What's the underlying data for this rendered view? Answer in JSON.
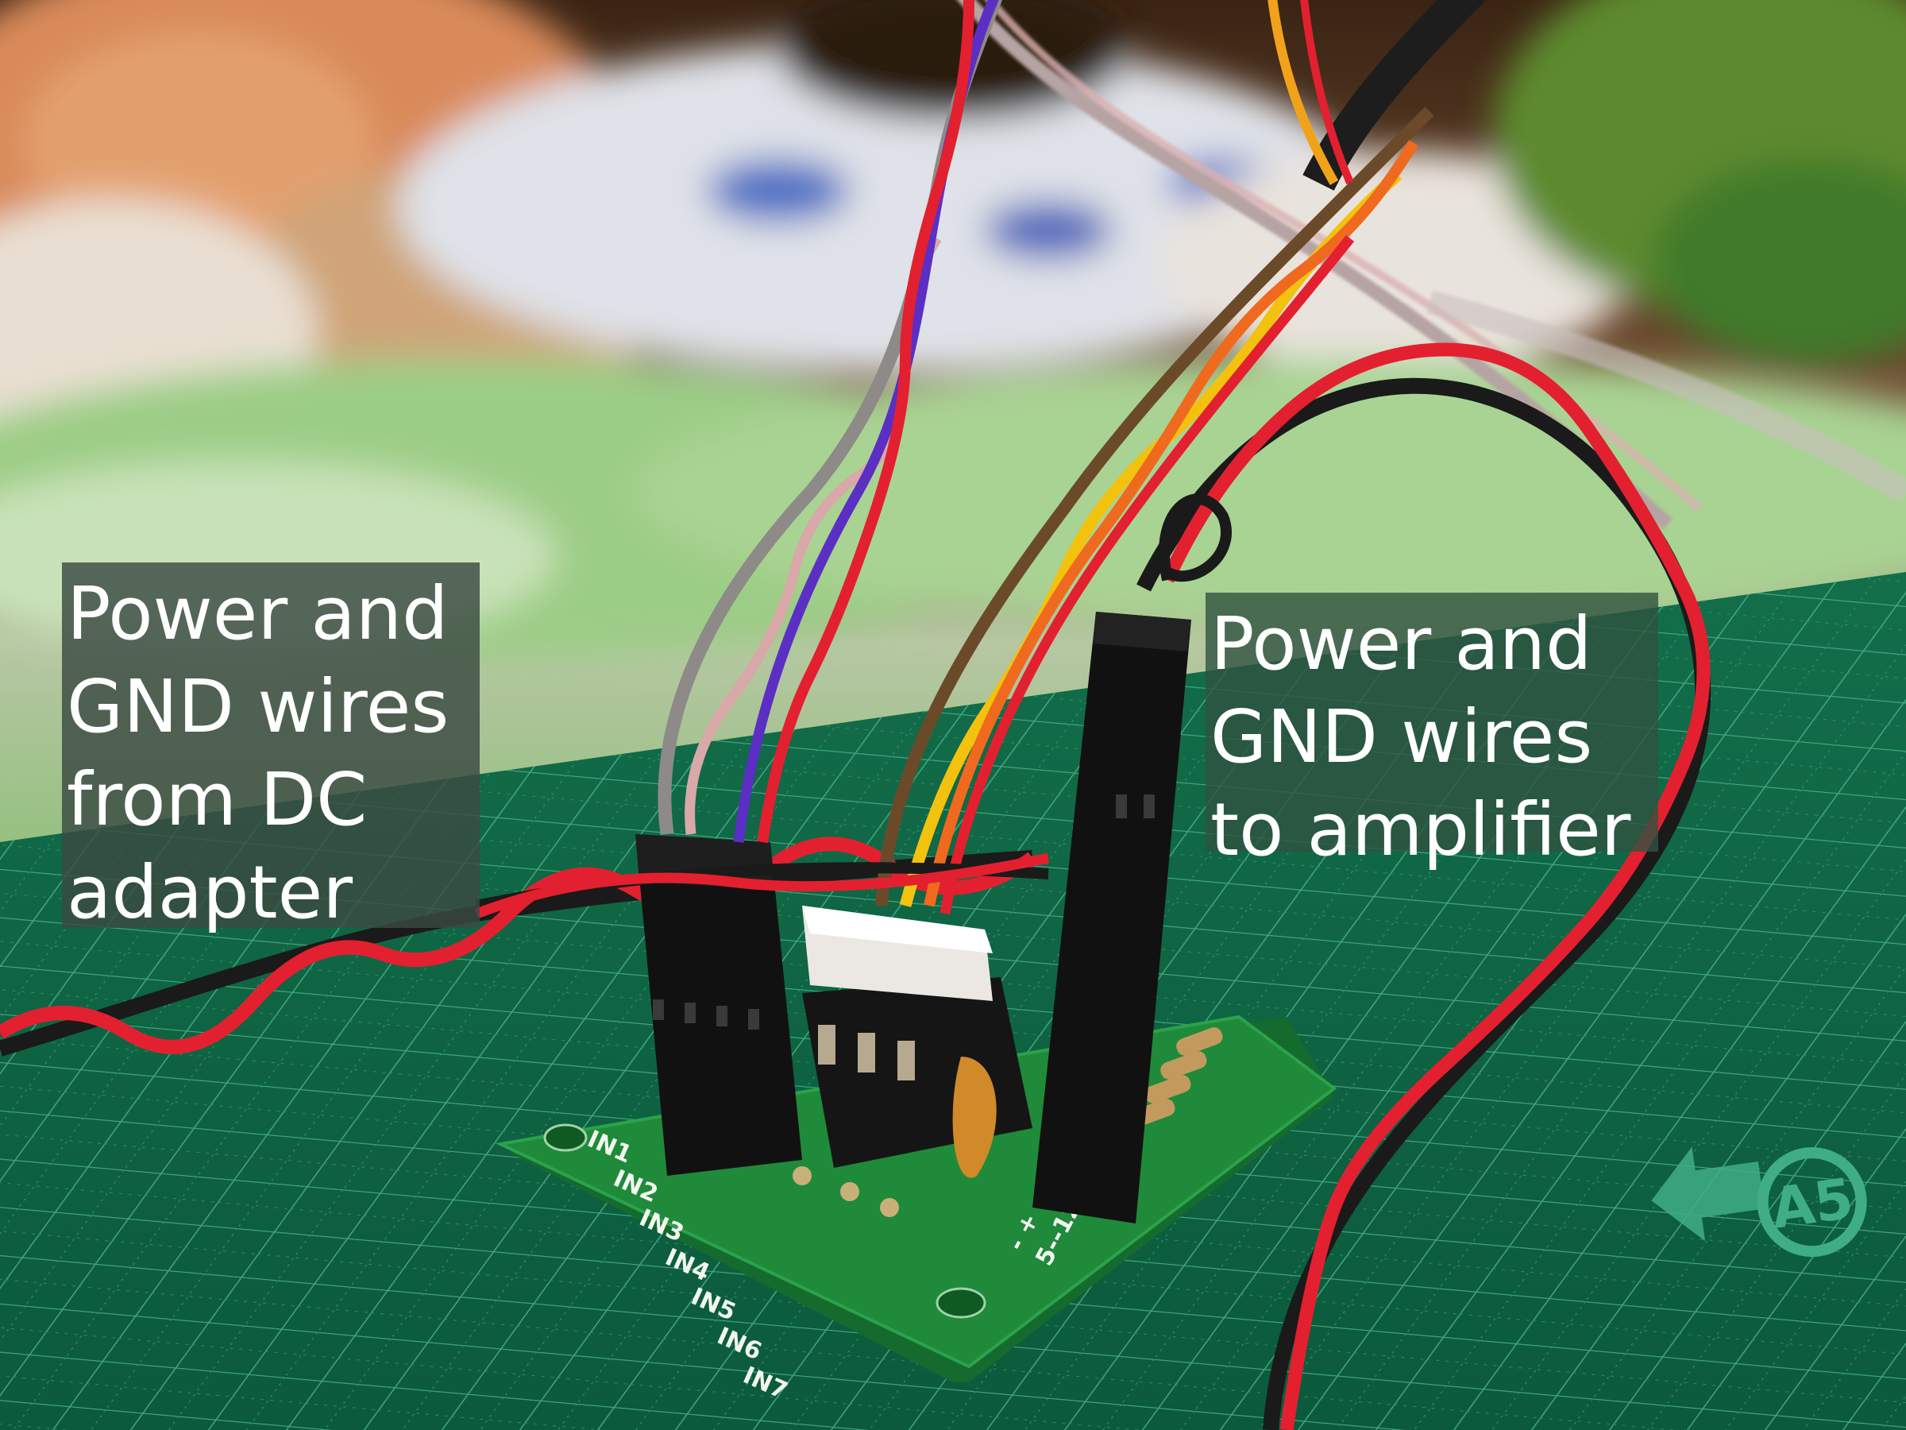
{
  "annotations": {
    "left": {
      "lines": [
        "Power and",
        "GND wires",
        "from DC",
        "adapter"
      ]
    },
    "right": {
      "lines": [
        "Power and",
        "GND wires",
        "to amplifier"
      ]
    }
  },
  "board": {
    "inputs": [
      "IN1",
      "IN2",
      "IN3",
      "IN4",
      "IN5",
      "IN6",
      "IN7"
    ],
    "power_label": "5--12V",
    "plus_minus": "- +",
    "mat_marking": "A5"
  },
  "colors": {
    "pcb": "#1f8a3a",
    "cutting_mat": "#0e6b4a",
    "grid_line": "#3fae86",
    "wire_red": "#e3202f",
    "wire_black": "#1a1a1a",
    "wire_yellow": "#f2c20f",
    "wire_orange": "#ef6a1e",
    "wire_brown": "#6b4a2a",
    "wire_purple": "#5b2fc4",
    "wire_grey": "#8e8a88",
    "wire_pink": "#d9a8a8",
    "label_bg": "#3a4a42",
    "label_text": "#ffffff"
  }
}
